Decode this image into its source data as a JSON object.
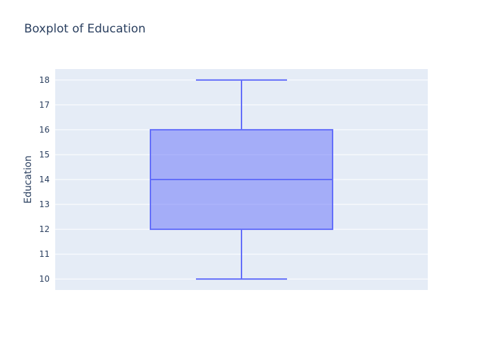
{
  "chart_data": {
    "type": "box",
    "title": "Boxplot of Education",
    "xlabel": "",
    "ylabel": "Education",
    "ylim": [
      9.56,
      18.44
    ],
    "y_ticks": [
      10,
      11,
      12,
      13,
      14,
      15,
      16,
      17,
      18
    ],
    "grid": true,
    "legend": "none",
    "series": [
      {
        "min": 10,
        "q1": 12,
        "median": 14,
        "q3": 16,
        "max": 18
      }
    ],
    "colors": {
      "box_line": "#636efa",
      "box_fill": "rgba(99,110,250,0.5)",
      "plot_bg": "#e5ecf6",
      "grid": "#ffffff",
      "text": "#2a3f5f",
      "tick_text": "#2a3f5f"
    }
  }
}
